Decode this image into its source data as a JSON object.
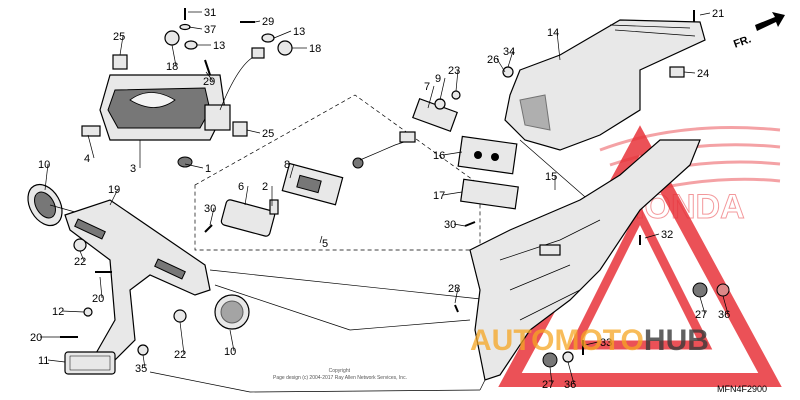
{
  "direction_label": "FR.",
  "diagram_code": "MFN4F2900",
  "copyright_text": "Copyright\nPage design (c) 2004-2017 Ray Allen Network Services, Inc.",
  "honda_wordmark": "HONDA",
  "watermark": {
    "brand_part1": "AUTO",
    "brand_part2": "MOTO",
    "brand_part3": "HUB",
    "color_orange": "#f5a623",
    "color_dark": "#3a3a3a",
    "triangle_color": "#e8333a"
  },
  "callouts": [
    {
      "id": "c1",
      "label": "1"
    },
    {
      "id": "c2",
      "label": "2"
    },
    {
      "id": "c3",
      "label": "3"
    },
    {
      "id": "c4",
      "label": "4"
    },
    {
      "id": "c5",
      "label": "5"
    },
    {
      "id": "c6",
      "label": "6"
    },
    {
      "id": "c7",
      "label": "7"
    },
    {
      "id": "c8",
      "label": "8"
    },
    {
      "id": "c9",
      "label": "9"
    },
    {
      "id": "c10a",
      "label": "10"
    },
    {
      "id": "c10b",
      "label": "10"
    },
    {
      "id": "c11",
      "label": "11"
    },
    {
      "id": "c12",
      "label": "12"
    },
    {
      "id": "c13a",
      "label": "13"
    },
    {
      "id": "c13b",
      "label": "13"
    },
    {
      "id": "c14",
      "label": "14"
    },
    {
      "id": "c15",
      "label": "15"
    },
    {
      "id": "c16",
      "label": "16"
    },
    {
      "id": "c17",
      "label": "17"
    },
    {
      "id": "c18a",
      "label": "18"
    },
    {
      "id": "c18b",
      "label": "18"
    },
    {
      "id": "c19",
      "label": "19"
    },
    {
      "id": "c20a",
      "label": "20"
    },
    {
      "id": "c20b",
      "label": "20"
    },
    {
      "id": "c21",
      "label": "21"
    },
    {
      "id": "c22a",
      "label": "22"
    },
    {
      "id": "c22b",
      "label": "22"
    },
    {
      "id": "c23",
      "label": "23"
    },
    {
      "id": "c24",
      "label": "24"
    },
    {
      "id": "c25a",
      "label": "25"
    },
    {
      "id": "c25b",
      "label": "25"
    },
    {
      "id": "c26",
      "label": "26"
    },
    {
      "id": "c27a",
      "label": "27"
    },
    {
      "id": "c27b",
      "label": "27"
    },
    {
      "id": "c28",
      "label": "28"
    },
    {
      "id": "c29a",
      "label": "29"
    },
    {
      "id": "c29b",
      "label": "29"
    },
    {
      "id": "c30a",
      "label": "30"
    },
    {
      "id": "c30b",
      "label": "30"
    },
    {
      "id": "c31",
      "label": "31"
    },
    {
      "id": "c32",
      "label": "32"
    },
    {
      "id": "c33",
      "label": "33"
    },
    {
      "id": "c34",
      "label": "34"
    },
    {
      "id": "c35",
      "label": "35"
    },
    {
      "id": "c36a",
      "label": "36"
    },
    {
      "id": "c36b",
      "label": "36"
    },
    {
      "id": "c37",
      "label": "37"
    }
  ]
}
